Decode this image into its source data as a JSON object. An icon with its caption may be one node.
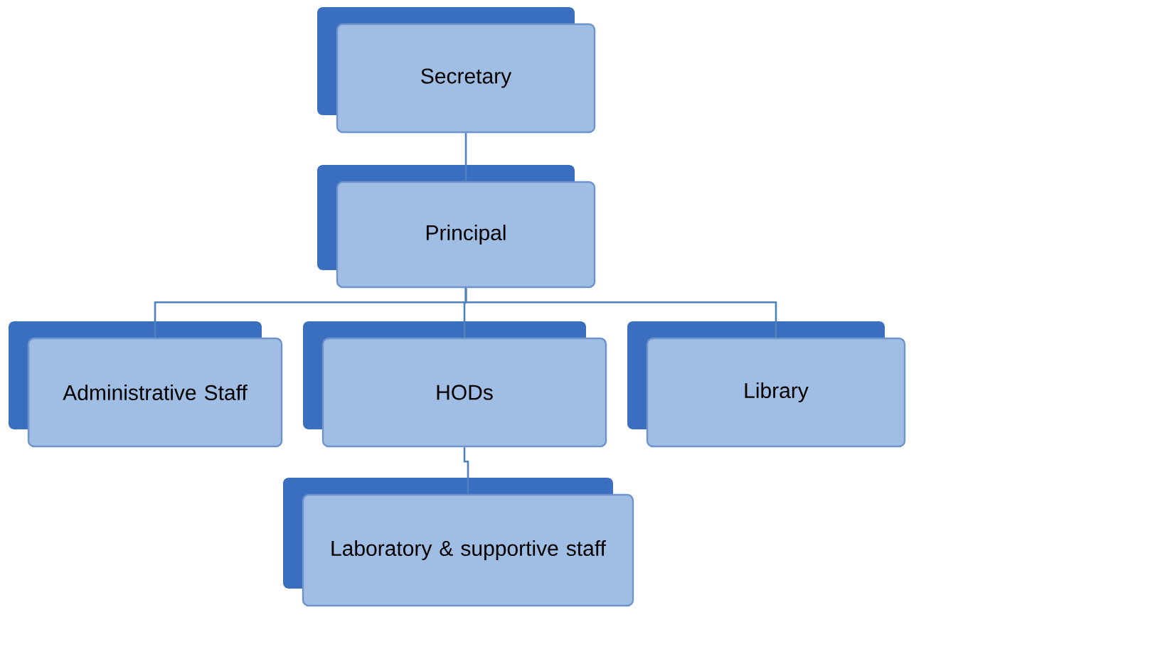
{
  "diagram": {
    "nodes": [
      {
        "text": [
          "Secretary"
        ]
      },
      {
        "text": [
          "Principal"
        ]
      },
      {
        "text": [
          "Administrative Staff"
        ]
      },
      {
        "text": [
          "HODs"
        ]
      },
      {
        "text": [
          "Library"
        ]
      },
      {
        "text": [
          "Laboratory & supportive staff"
        ]
      }
    ],
    "edges": [
      {
        "from": 0,
        "to": 1,
        "arrow": "none"
      },
      {
        "from": 1,
        "to": 2,
        "arrow": "none"
      },
      {
        "from": 1,
        "to": 3,
        "arrow": "none"
      },
      {
        "from": 1,
        "to": 4,
        "arrow": "none"
      },
      {
        "from": 3,
        "to": 5,
        "arrow": "none"
      }
    ]
  }
}
